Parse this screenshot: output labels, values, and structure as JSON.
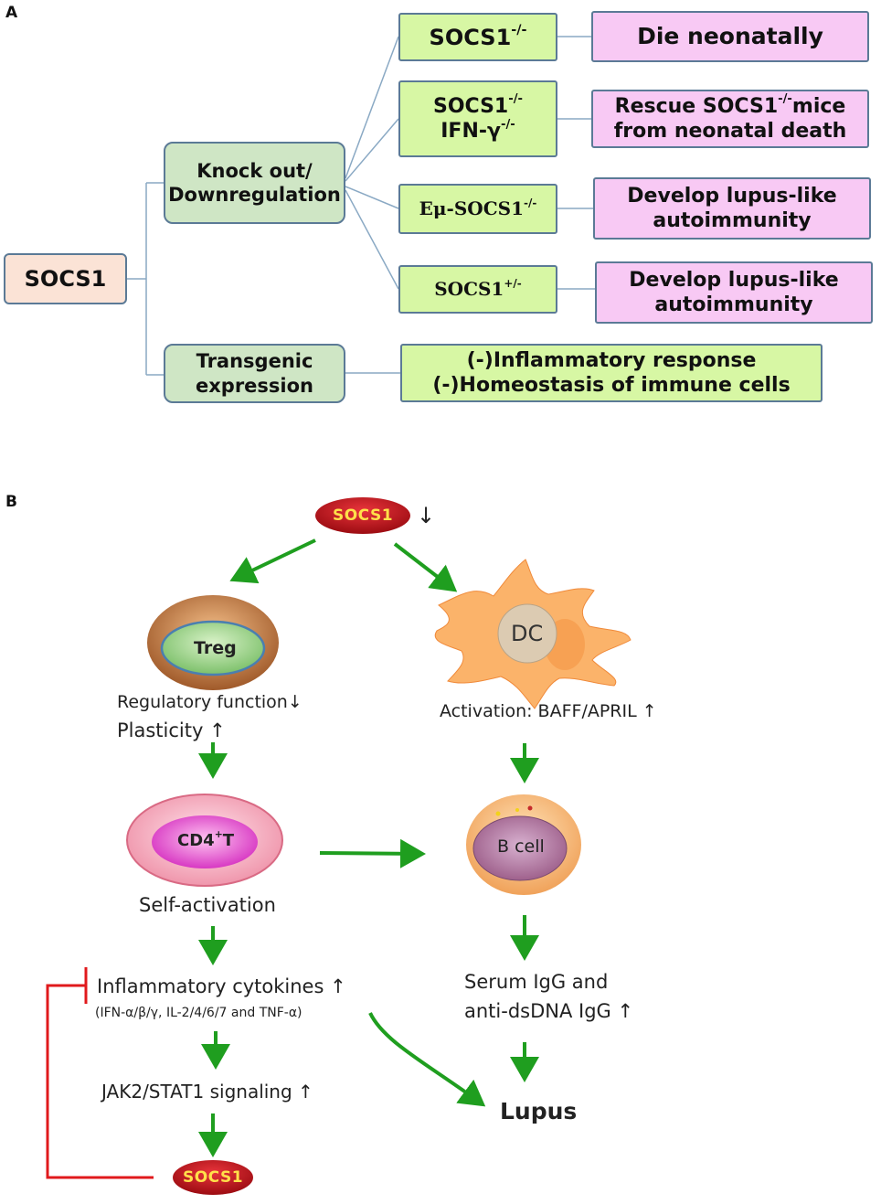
{
  "panel_a": {
    "letter": "A",
    "root": "SOCS1",
    "branch_knockout": [
      "Knock out/",
      "Downregulation"
    ],
    "branch_transgenic": [
      "Transgenic",
      "expression"
    ],
    "rows": [
      {
        "genotype": [
          "SOCS1",
          "-/-"
        ],
        "outcome": [
          "Die neonatally"
        ]
      },
      {
        "genotype_line1": [
          "SOCS1",
          "-/-"
        ],
        "genotype_line2": [
          "IFN-γ",
          "-/-"
        ],
        "outcome_line1": [
          "Rescue SOCS1",
          "-/-",
          "mice"
        ],
        "outcome_line2": "from neonatal death"
      },
      {
        "genotype": [
          "Eμ-SOCS1",
          "-/-"
        ],
        "outcome": [
          "Develop lupus-like",
          "autoimmunity"
        ]
      },
      {
        "genotype": [
          "SOCS1",
          "+/-"
        ],
        "outcome": [
          "Develop lupus-like",
          "autoimmunity"
        ]
      }
    ],
    "transgenic_outcome": [
      "(-)Inflammatory response",
      "(-)Homeostasis of immune cells"
    ]
  },
  "panel_b": {
    "letter": "B",
    "top_pill": "SOCS1",
    "down_arrow": "↓",
    "up_arrow": "↑",
    "treg_label": "Treg",
    "treg_text1": "Regulatory function",
    "treg_text2": "Plasticity",
    "dc_label": "DC",
    "dc_text": "Activation: BAFF/APRIL",
    "cd4_label": "CD4",
    "cd4_sup": "+",
    "cd4_suffix": "T",
    "cd4_text": "Self-activation",
    "bcell_label": "B cell",
    "cytokines_text": "Inflammatory cytokines",
    "cytokines_sub": "(IFN-α/β/γ, IL-2/4/6/7 and TNF-α)",
    "jak_text": "JAK2/STAT1 signaling",
    "igg_line1": "Serum IgG and",
    "igg_line2": "anti-dsDNA IgG",
    "lupus": "Lupus",
    "bottom_pill": "SOCS1"
  },
  "colors": {
    "connector": "#8aa9c4",
    "green_arrow": "#1f9e1f",
    "inhibit": "#e0191c",
    "pill": "#c8141d",
    "pill_text": "#ffe04a"
  }
}
